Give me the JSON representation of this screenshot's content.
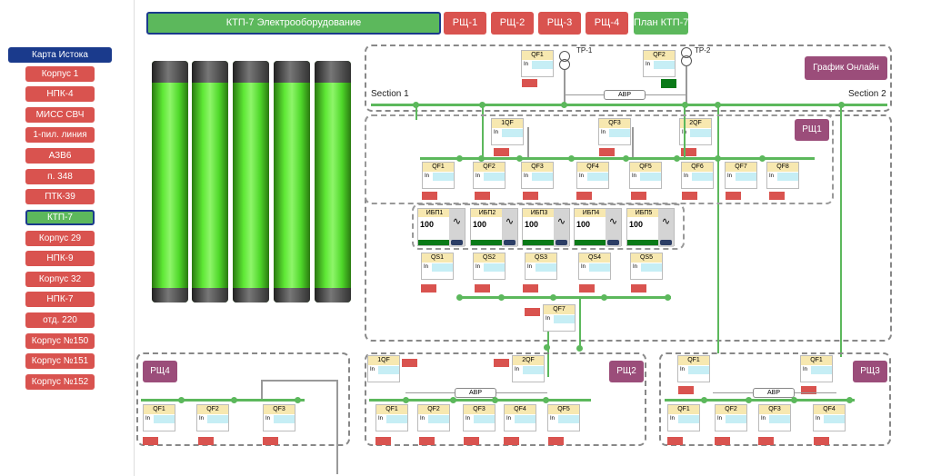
{
  "sidebar": {
    "title": "Карта Истока",
    "items": [
      "Корпус 1",
      "НПК-4",
      "МИСС СВЧ",
      "1-пил. линия",
      "АЗВ6",
      "п. 348",
      "ПТК-39",
      "КТП-7",
      "Корпус 29",
      "НПК-9",
      "Корпус 32",
      "НПК-7",
      "отд. 220",
      "Корпус №150",
      "Корпус №151",
      "Корпус №152"
    ],
    "selected": "КТП-7"
  },
  "header": {
    "title": "КТП-7 Электрооборудование",
    "tabs": [
      "РЩ-1",
      "РЩ-2",
      "РЩ-3",
      "РЩ-4",
      "План КТП-7"
    ]
  },
  "scheme": {
    "online_button": "График Онлайн",
    "section1": "Section 1",
    "section2": "Section 2",
    "tr1": "ТР-1",
    "tr2": "ТР-2",
    "avr": "АВР",
    "in": "In",
    "rsh1": "РЩ1",
    "rsh2": "РЩ2",
    "rsh3": "РЩ3",
    "rsh4": "РЩ4",
    "ibp_value": "100",
    "names": {
      "qf1": "QF1",
      "qf2": "QF2",
      "qf3": "QF3",
      "qf4": "QF4",
      "qf5": "QF5",
      "qf6": "QF6",
      "qf7": "QF7",
      "qf8": "QF8",
      "q1qf": "1QF",
      "q2qf": "2QF",
      "qs1": "QS1",
      "qs2": "QS2",
      "qs3": "QS3",
      "qs4": "QS4",
      "qs5": "QS5",
      "ibp1": "ИБП1",
      "ibp2": "ИБП2",
      "ibp3": "ИБП3",
      "ibp4": "ИБП4",
      "ibp5": "ИБП5"
    }
  },
  "colors": {
    "breaker_off": "#d9534f",
    "breaker_on": "#0a7a18",
    "bus": "#5cb85c",
    "panel": "#9b4d7a"
  }
}
